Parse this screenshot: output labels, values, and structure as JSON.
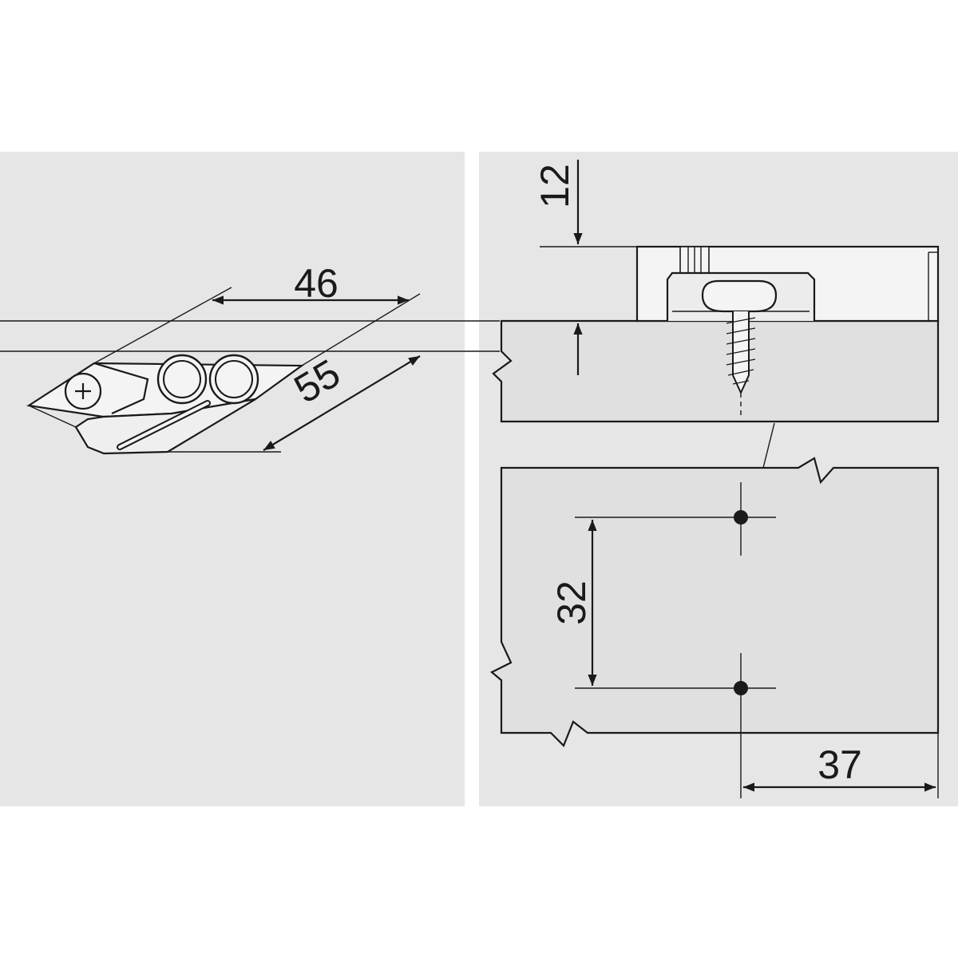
{
  "dimensions": {
    "width_46": "46",
    "depth_55": "55",
    "height_12": "12",
    "spacing_32": "32",
    "offset_37": "37"
  },
  "colors": {
    "panel_bg": "#e6e6e6",
    "part_fill": "#f4f4f4",
    "board_fill": "#e0e0e0",
    "line": "#1a1a1a"
  }
}
